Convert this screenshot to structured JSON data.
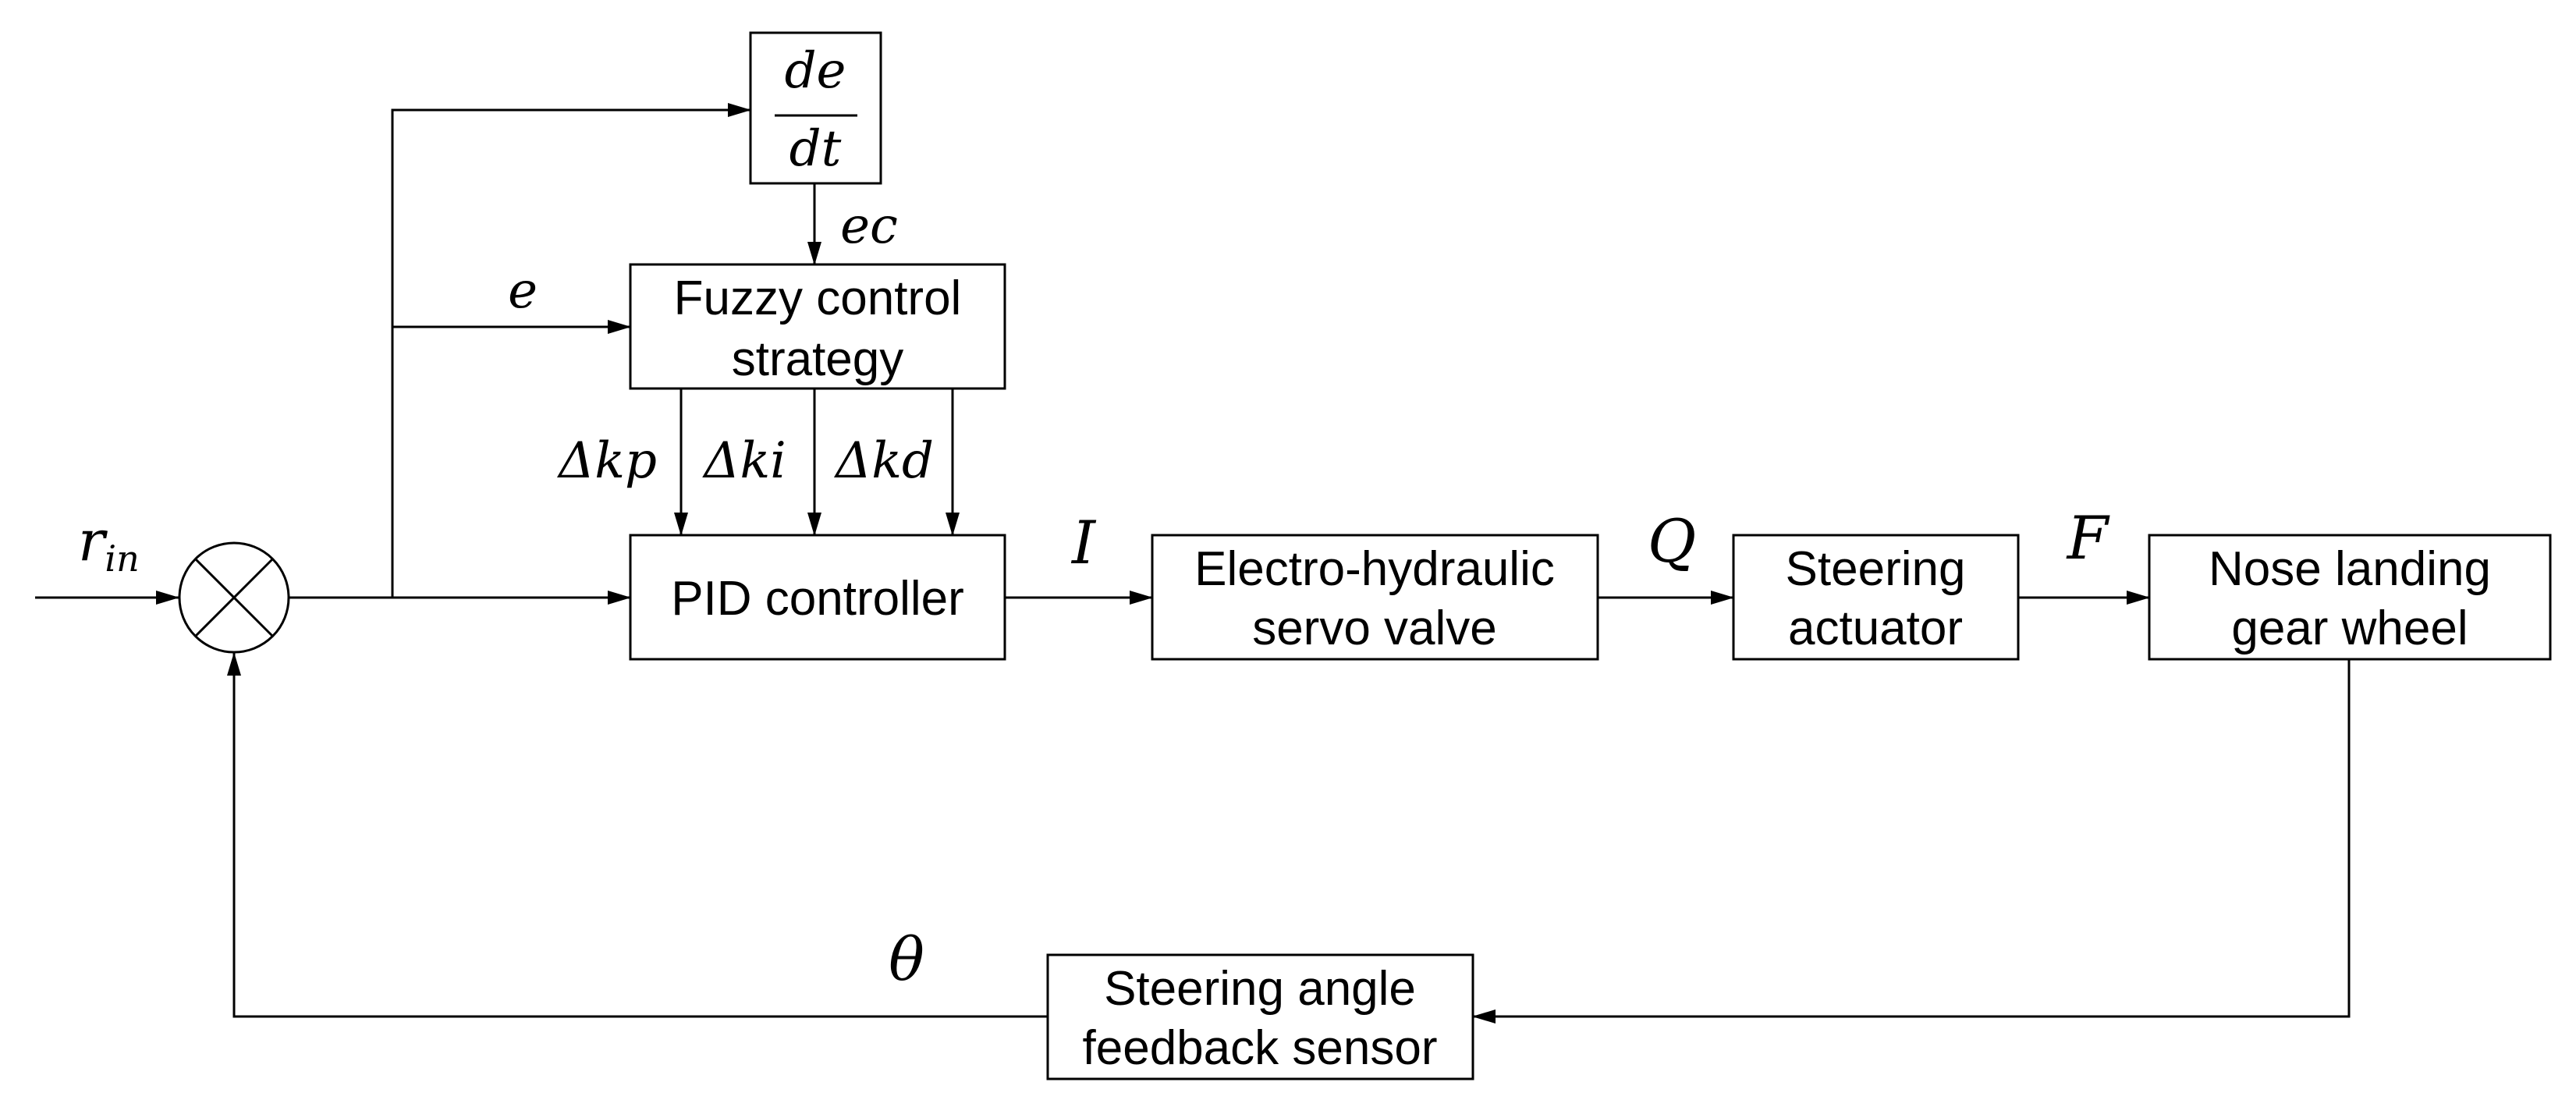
{
  "blocks": {
    "derivative": {
      "numerator": "de",
      "denominator": "dt"
    },
    "fuzzy": {
      "line1": "Fuzzy control",
      "line2": "strategy"
    },
    "pid": {
      "label": "PID controller"
    },
    "servo_valve": {
      "line1": "Electro-hydraulic",
      "line2": "servo valve"
    },
    "actuator": {
      "line1": "Steering",
      "line2": "actuator"
    },
    "wheel": {
      "line1": "Nose landing",
      "line2": "gear wheel"
    },
    "sensor": {
      "line1": "Steering angle",
      "line2": "feedback sensor"
    }
  },
  "signals": {
    "input_base": "r",
    "input_sub": "in",
    "error": "e",
    "error_change": "ec",
    "gain_kp": "Δkp",
    "gain_ki": "Δki",
    "gain_kd": "Δkd",
    "current": "I",
    "flow": "Q",
    "force": "F",
    "angle": "θ"
  }
}
